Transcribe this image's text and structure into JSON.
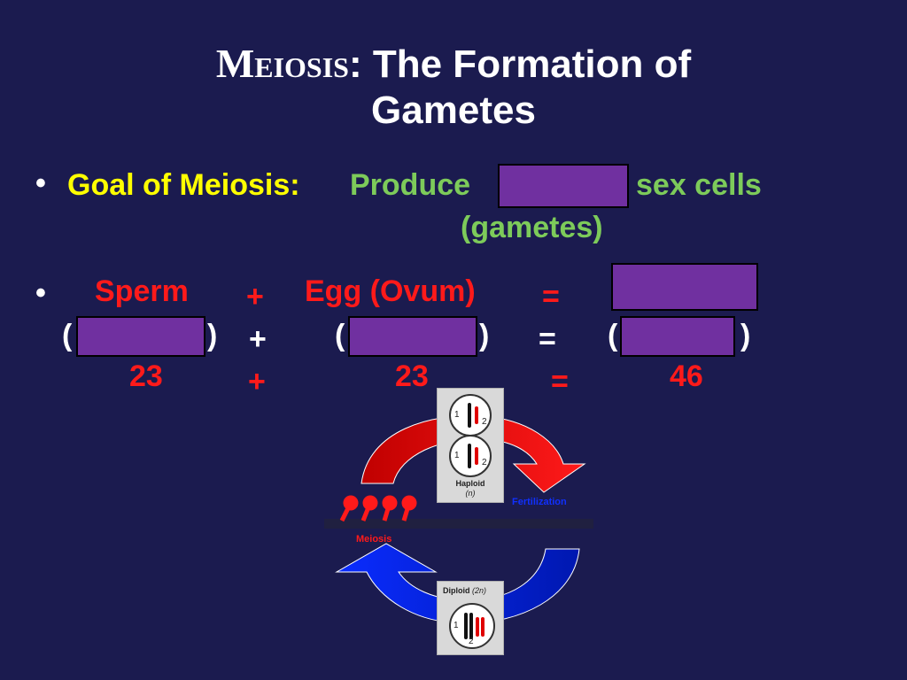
{
  "title": {
    "meiosis": "Meiosis",
    "rest_line1": ": The Formation of",
    "line2": "Gametes"
  },
  "bullet1": {
    "dot": "•",
    "label": "Goal of Meiosis:",
    "produce": "Produce",
    "sex_cells": "sex cells",
    "gametes": "(gametes)"
  },
  "bullet2": {
    "dot": "•",
    "sperm": "Sperm",
    "plus": "+",
    "egg": "Egg (Ovum)",
    "equals": "=",
    "open_paren": "(",
    "close_paren": ")",
    "sperm_num": "23",
    "egg_num": "23",
    "total_num": "46"
  },
  "diagram": {
    "haploid": "Haploid",
    "haploid_n": "(n)",
    "diploid": "Diploid",
    "diploid_n": "(2n)",
    "fertilization": "Fertilization",
    "meiosis": "Meiosis",
    "num1": "1",
    "num2": "2"
  },
  "colors": {
    "background": "#1b1b4f",
    "blank": "#7030a0",
    "yellow": "#ffff00",
    "green": "#7dcb5a",
    "red": "#ff1a1a"
  }
}
